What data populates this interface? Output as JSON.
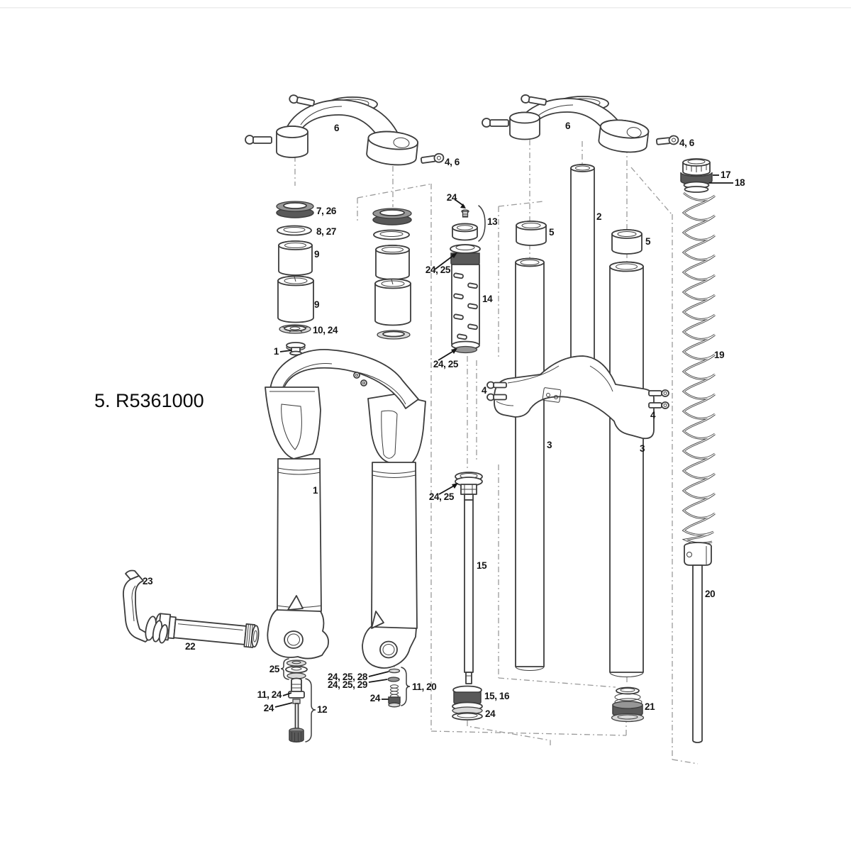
{
  "title": "5. R5361000",
  "colors": {
    "background": "#ffffff",
    "line": "#3c3c3c",
    "dark_fill": "#595959",
    "mid_fill": "#969696",
    "light_fill": "#d8d8d8",
    "dash": "#9a9a9a",
    "label": "#161616"
  },
  "labels": {
    "crown_left": "6",
    "crown_left_bolts": "4, 6",
    "crown_right": "6",
    "crown_right_bolts": "4, 6",
    "dust_seal": "7, 26",
    "foam_ring": "8, 27",
    "bushing_upper": "9",
    "bushing_lower": "9",
    "crush_washer": "10, 24",
    "arch_valve": "1",
    "lowers": "1",
    "top_screw": "24",
    "top_cap_assembly": "13",
    "air_top_collar": "24, 25",
    "air_shaft": "14",
    "air_bottom_collar": "24, 25",
    "steerer": "2",
    "crown_race_left": "5",
    "crown_race_right": "5",
    "crown_bolts_left": "4",
    "crown_bolts_right": "4",
    "stanchion_left": "3",
    "stanchion_right": "3",
    "spring_top_cap": "17",
    "spring_spacer": "18",
    "coil_spring": "19",
    "spring_shaft": "20",
    "bottomout_bumper": "21",
    "axle": "22",
    "axle_lever": "23",
    "shim_stack": "25",
    "rebound_fitting": "11, 24",
    "rebound_screw": "24",
    "rebound_assembly": "12",
    "washer_28": "24, 25, 28",
    "washer_29": "24, 25, 29",
    "spring_bolt": "11, 20",
    "bottom_bolt": "24",
    "rod_piston": "24, 25",
    "damper_rod": "15",
    "seal_head": "15, 16",
    "rod_oring": "24"
  }
}
